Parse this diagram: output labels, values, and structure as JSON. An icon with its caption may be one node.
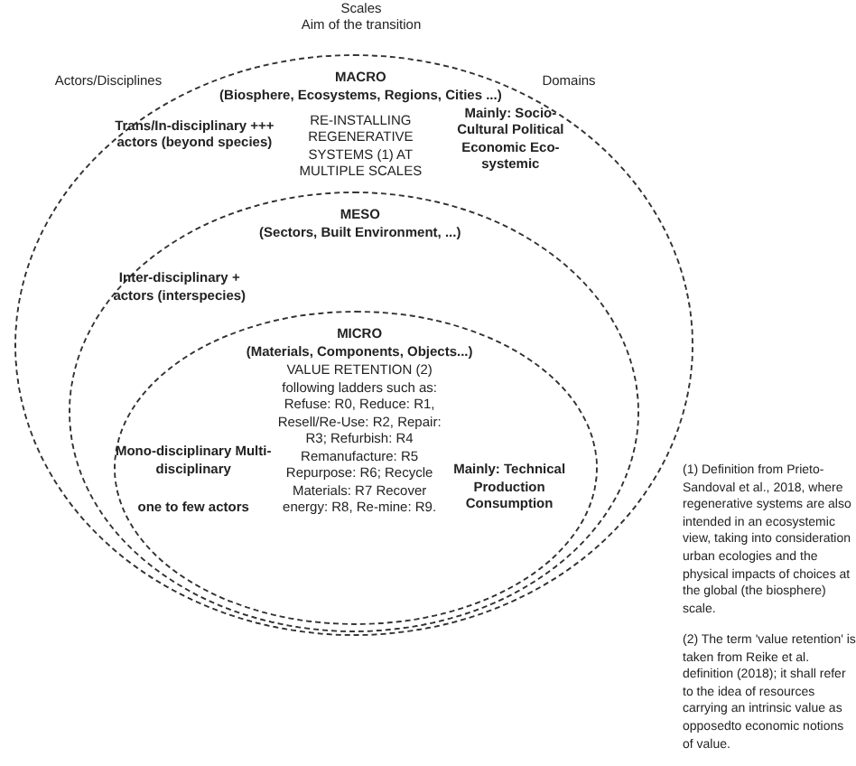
{
  "diagram": {
    "nodes": [
      {
        "text": [
          "MACRO",
          "(Biosphere, Ecosystems, Regions, Cities ...)",
          "Trans/In-disciplinary +++ actors (beyond species)",
          "RE-INSTALLING REGENERATIVE SYSTEMS (1) AT MULTIPLE SCALES",
          "Mainly: Socio-Cultural Political Economic Eco-systemic"
        ]
      },
      {
        "text": [
          "MESO",
          "(Sectors, Built Environment, ...)",
          "Inter-disciplinary + actors (interspecies)"
        ],
        "in": 0
      },
      {
        "text": [
          "MICRO",
          "(Materials, Components, Objects...)",
          "VALUE RETENTION (2) following ladders such as: Refuse: R0, Reduce: R1, Resell/Re-Use: R2, Repair: R3; Refurbish: R4 Remanufacture: R5 Repurpose: R6; Recycle Materials: R7 Recover energy: R8, Re-mine: R9.",
          "Mono-disciplinary Multi-disciplinary",
          "one to few actors",
          "Mainly: Technical Production Consumption"
        ],
        "in": 1
      }
    ],
    "labels": [
      "Scales",
      "Aim of the transition",
      "Actors/Disciplines",
      "Domains",
      "(1) Definition from Prieto-Sandoval et al., 2018, where regenerative systems are also intended in an ecosystemic view, taking into consideration urban ecologies and the physical impacts of choices at the global (the biosphere) scale.",
      "(2) The term 'value retention' is taken from Reike et al. definition (2018); it shall refer to the idea of resources carrying an intrinsic value as opposedto economic notions of value."
    ]
  }
}
